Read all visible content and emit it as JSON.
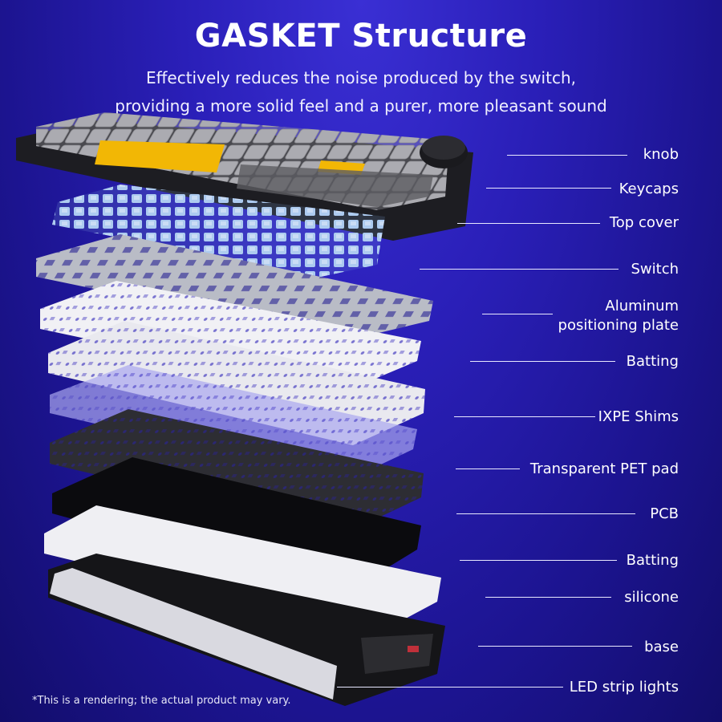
{
  "header": {
    "title": "GASKET Structure",
    "subtitle_line1": "Effectively reduces the noise produced by the switch,",
    "subtitle_line2": "providing a more solid feel and a purer, more pleasant sound"
  },
  "layers": [
    {
      "label": "knob"
    },
    {
      "label": "Keycaps"
    },
    {
      "label": "Top cover"
    },
    {
      "label": "Switch"
    },
    {
      "label": "Aluminum",
      "label2": "positioning plate"
    },
    {
      "label": "Batting"
    },
    {
      "label": "IXPE Shims"
    },
    {
      "label": "Transparent PET pad"
    },
    {
      "label": "PCB"
    },
    {
      "label": "Batting"
    },
    {
      "label": "silicone"
    },
    {
      "label": "base"
    },
    {
      "label": "LED strip lights"
    }
  ],
  "footnote": "*This is a rendering; the actual product may vary.",
  "colors": {
    "background": "#2a1fb8",
    "accent_yellow": "#f2b705",
    "keycap_gray": "#a9a9ad",
    "keycap_dark": "#5d5d62",
    "switch_blue": "#a9c8f0"
  }
}
